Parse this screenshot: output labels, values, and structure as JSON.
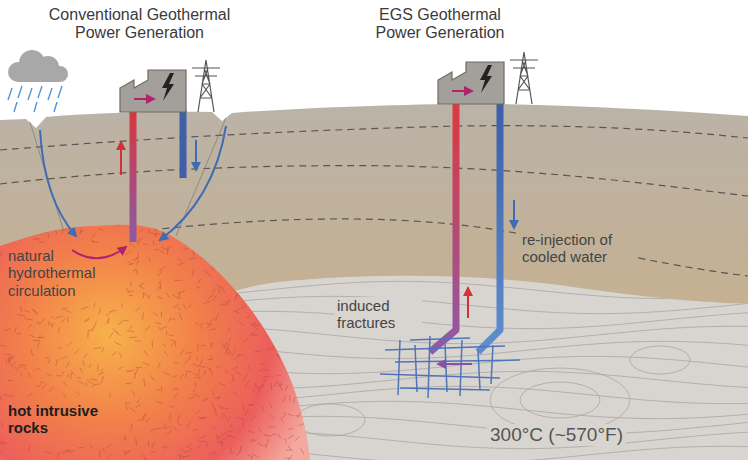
{
  "diagram": {
    "labels": [
      "Conventional Geothermal Power Generation",
      "EGS Geothermal Power Generation",
      "natural hydrothermal circulation",
      "re-injection of cooled water",
      "induced fractures",
      "hot intrusive rocks",
      "300°C (~570°F)"
    ]
  }
}
